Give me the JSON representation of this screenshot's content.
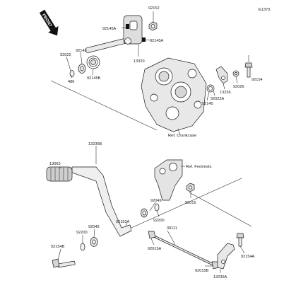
{
  "diagram": {
    "figure_code": "E1370",
    "front_label": "FRONT",
    "refs": {
      "crankcase": "Ref. Crankcase",
      "footrests": "Ref. Footrests"
    },
    "parts": {
      "p92152_top": "92152",
      "p92145A_l": "92145A",
      "p92145A_r": "92145A",
      "p13320": "13320",
      "p92143": "92143",
      "p92022": "92022",
      "p92145B": "92145B",
      "p480": "480",
      "p92154_r": "92154",
      "p92026": "92026",
      "p13236": "13236",
      "p92022A": "92022A",
      "p92145": "92145",
      "p13236B": "13236B",
      "p13063": "13063",
      "p92049_mid": "92049",
      "p92200_mid": "92200",
      "p92015": "92015",
      "p39111": "39111",
      "p92152A": "92152A",
      "p92049_low": "92049",
      "p92200_low": "92200",
      "p92154B": "92154B",
      "p92015A": "92015A",
      "p92015B": "92015B",
      "p13236A": "13236A",
      "p92154A": "92154A"
    }
  }
}
